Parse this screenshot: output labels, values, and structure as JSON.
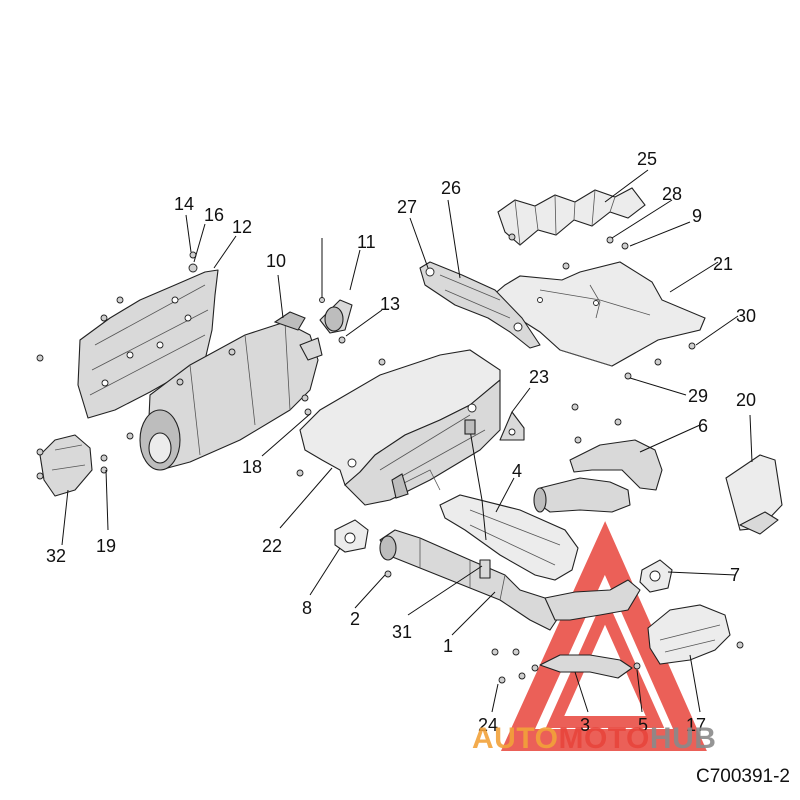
{
  "diagram_code": "C700391-2",
  "watermark": {
    "part1": "AUTO",
    "part2": "MOTO",
    "part3": "HUB",
    "color_orange": "#f2a23a",
    "color_red": "#e8453c",
    "color_gray": "#8a8a8a"
  },
  "callouts": {
    "c1": "1",
    "c2": "2",
    "c3": "3",
    "c4": "4",
    "c5": "5",
    "c6": "6",
    "c7": "7",
    "c8": "8",
    "c9": "9",
    "c10": "10",
    "c11": "11",
    "c12": "12",
    "c13": "13",
    "c14": "14",
    "c16": "16",
    "c17": "17",
    "c18": "18",
    "c19": "19",
    "c20": "20",
    "c21": "21",
    "c22": "22",
    "c23": "23",
    "c24": "24",
    "c25": "25",
    "c26": "26",
    "c27": "27",
    "c28": "28",
    "c29": "29",
    "c30": "30",
    "c31": "31",
    "c32": "32"
  }
}
